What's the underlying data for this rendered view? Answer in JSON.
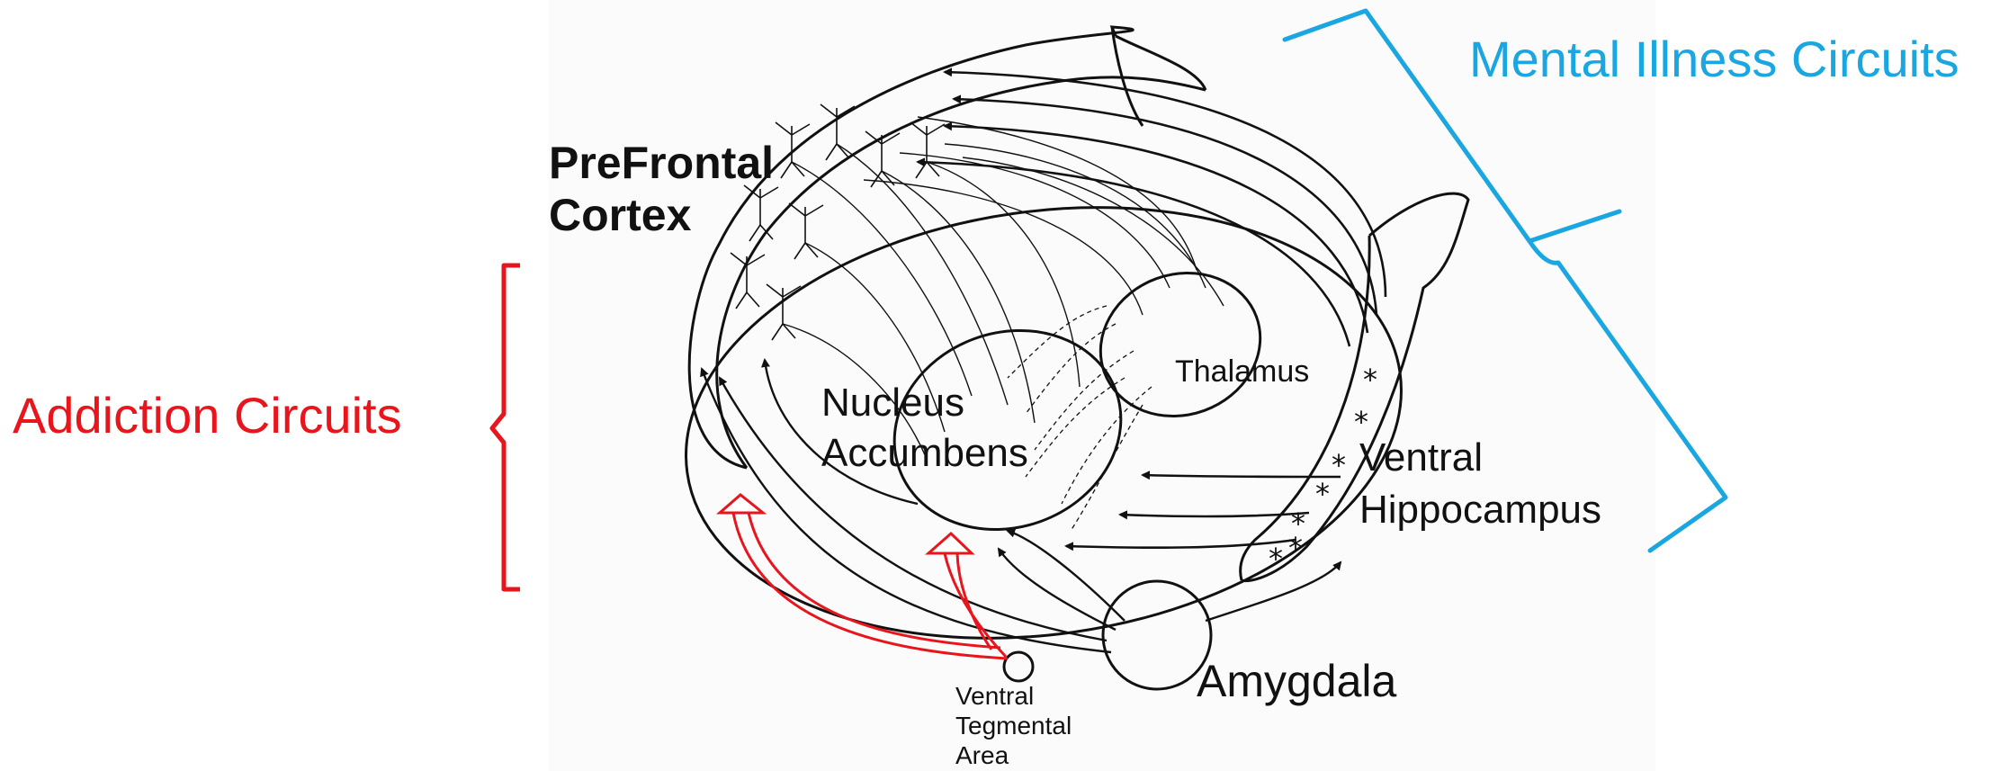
{
  "colors": {
    "mental_illness": "#1aa6e0",
    "addiction": "#e8161c",
    "linework": "#111111",
    "background": "#ffffff"
  },
  "annotations": {
    "mental_illness": "Mental Illness Circuits",
    "addiction": "Addiction Circuits"
  },
  "regions": {
    "prefrontal_cortex": [
      "PreFrontal",
      "Cortex"
    ],
    "nucleus_accumbens": [
      "Nucleus",
      "Accumbens"
    ],
    "thalamus": "Thalamus",
    "ventral_hippocampus": [
      "Ventral",
      "Hippocampus"
    ],
    "amygdala": "Amygdala",
    "ventral_tegmental_area": [
      "Ventral",
      "Tegmental",
      "Area"
    ]
  },
  "symbols": {
    "hippocampal_marker": "*"
  }
}
